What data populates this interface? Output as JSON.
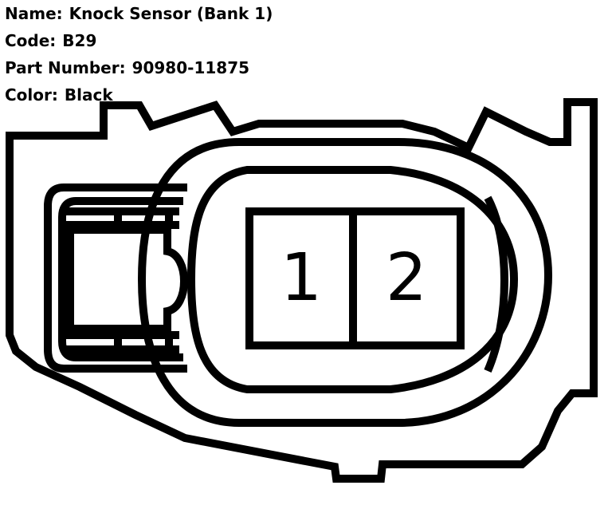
{
  "info": {
    "name_label": "Name:",
    "name_value": "Knock Sensor (Bank 1)",
    "code_label": "Code:",
    "code_value": "B29",
    "part_label": "Part Number:",
    "part_value": "90980-11875",
    "color_label": "Color:",
    "color_value": "Black"
  },
  "connector": {
    "pins": [
      "1",
      "2"
    ],
    "outline_color": "#000000",
    "background_color": "#ffffff"
  }
}
